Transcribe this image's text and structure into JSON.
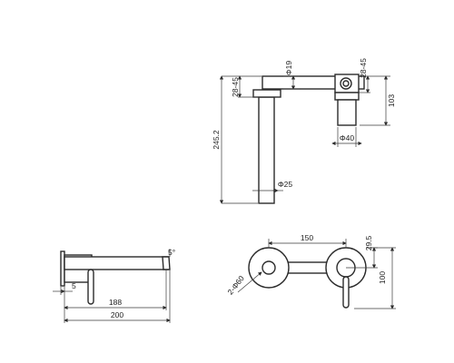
{
  "drawing": {
    "labels": {
      "spout_clearance": "28-45",
      "pipe_diameter": "Φ19",
      "body_clearance": "28-45",
      "body_height": "103",
      "total_height": "245.2",
      "body_diameter": "Φ40",
      "spout_diameter": "Φ25",
      "spout_angle": "5°",
      "plate_offset": "5",
      "spout_reach": "188",
      "total_reach": "200",
      "center_distance": "150",
      "center_offset": "29.5",
      "plate_height": "100",
      "plate_diameter": "2-Φ60"
    },
    "colors": {
      "line": "#2b2b2b",
      "background": "#ffffff"
    }
  }
}
